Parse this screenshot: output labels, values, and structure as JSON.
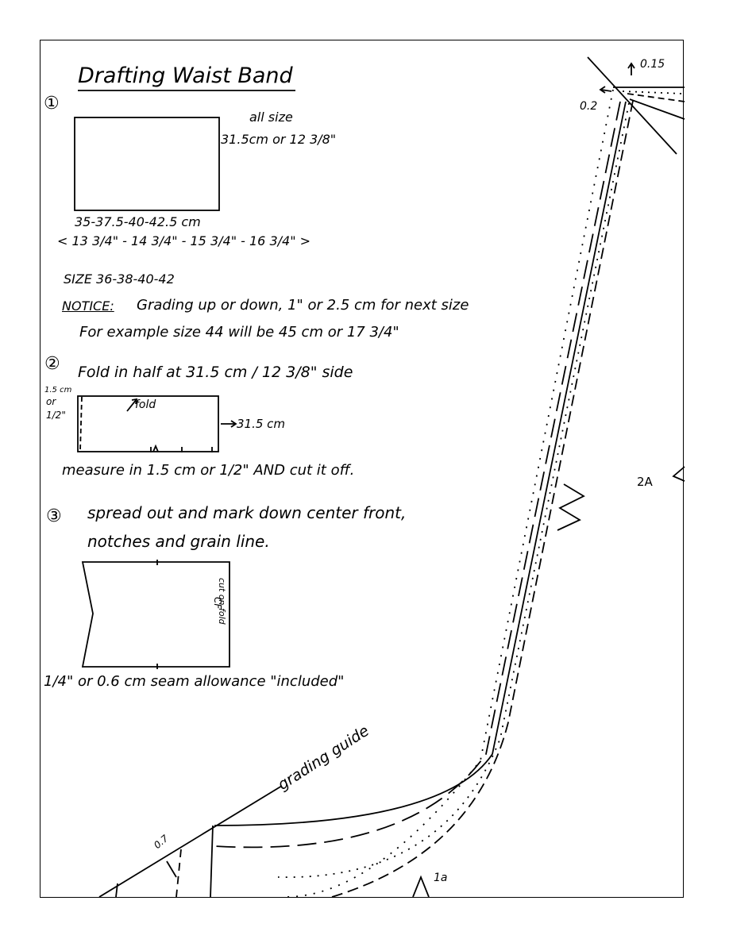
{
  "title": "Drafting Waist Band",
  "step1": {
    "number": "①",
    "size_label": "all size",
    "length": "31.5cm or 12 3/8\"",
    "widths_cm": "35-37.5-40-42.5 cm",
    "widths_in": "< 13 3/4\" - 14 3/4\" - 15 3/4\" - 16 3/4\" >",
    "sizes": "SIZE 36-38-40-42",
    "notice_label": "NOTICE:",
    "notice_text": "Grading up or down, 1\" or 2.5 cm for next size",
    "example": "For example size 44 will be 45 cm or 17 3/4\""
  },
  "step2": {
    "number": "②",
    "instruction": "Fold in half at 31.5 cm / 12 3/8\" side",
    "margin_cm": "1.5 cm",
    "margin_or": "or",
    "margin_in": "1/2\"",
    "fold_label": "fold",
    "side_label": "31.5 cm",
    "cut_note": "measure in 1.5 cm or 1/2\" AND cut it off."
  },
  "step3": {
    "number": "③",
    "line1": "spread out and mark down center front,",
    "line2": "notches and grain line.",
    "cf_label": "CF",
    "cut_label": "cut on fold"
  },
  "seam_note": "1/4\" or 0.6 cm seam allowance \"included\"",
  "diagram": {
    "grading_guide": "grading guide",
    "label_015": "0.15",
    "label_02": "0.2",
    "label_2a": "2A",
    "label_07": "0.7",
    "label_1a": "1a"
  }
}
